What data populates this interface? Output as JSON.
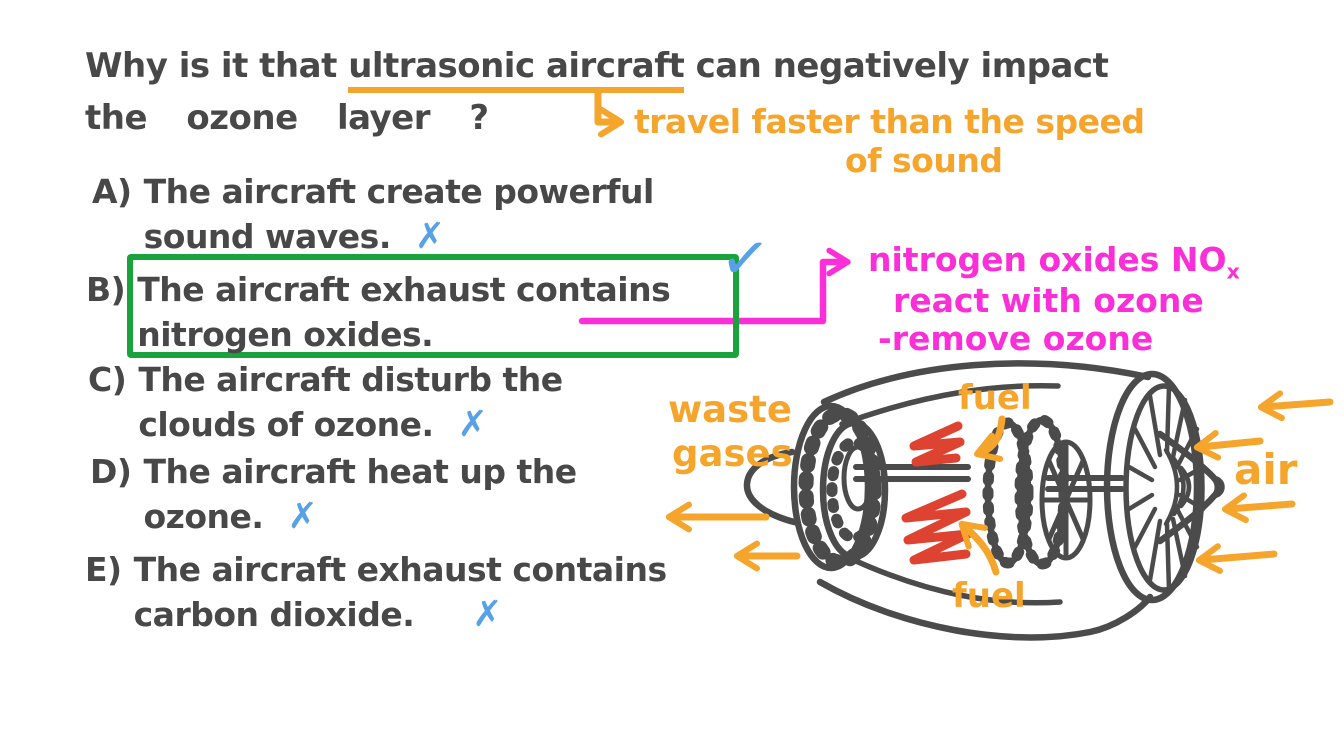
{
  "colors": {
    "ink": "#484848",
    "orange": "#f5a52c",
    "magenta": "#fb2fd7",
    "blue": "#58a1e6",
    "green": "#1aa23c",
    "red": "#de4331"
  },
  "question": {
    "pre": "Why is it that",
    "underlined": "ultrasonic aircraft",
    "post": "can negatively impact",
    "line2": "the ozone layer ?"
  },
  "speed_note": {
    "line1": "travel faster than the speed",
    "line2": "of sound"
  },
  "options": [
    {
      "label": "A)",
      "line1": "The aircraft create powerful",
      "line2": "sound waves.",
      "mark": "✗"
    },
    {
      "label": "B)",
      "line1": "The aircraft exhaust contains",
      "line2": "nitrogen oxides.",
      "mark": "✓"
    },
    {
      "label": "C)",
      "line1": "The aircraft disturb the",
      "line2": "clouds of ozone.",
      "mark": "✗"
    },
    {
      "label": "D)",
      "line1": "The aircraft heat up the",
      "line2": "ozone.",
      "mark": "✗"
    },
    {
      "label": "E)",
      "line1": "The aircraft exhaust contains",
      "line2": "carbon dioxide.",
      "mark": "✗"
    }
  ],
  "nox_note": {
    "line1_main": "nitrogen oxides NO",
    "line1_sub": "x",
    "line2": "react with ozone",
    "line3": "-remove ozone"
  },
  "engine_labels": {
    "waste_line1": "waste",
    "waste_line2": "gases",
    "fuel_top": "fuel",
    "fuel_bottom": "fuel",
    "air": "air"
  }
}
